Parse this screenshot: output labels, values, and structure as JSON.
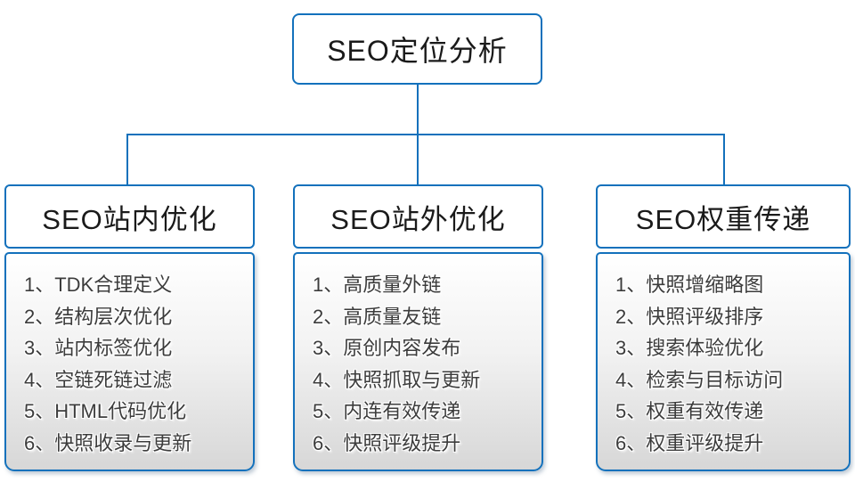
{
  "diagram": {
    "root": {
      "title": "SEO定位分析"
    },
    "columns": [
      {
        "title": "SEO站内优化",
        "items": [
          "1、TDK合理定义",
          "2、结构层次优化",
          "3、站内标签优化",
          "4、空链死链过滤",
          "5、HTML代码优化",
          "6、快照收录与更新"
        ]
      },
      {
        "title": "SEO站外优化",
        "items": [
          "1、高质量外链",
          "2、高质量友链",
          "3、原创内容发布",
          "4、快照抓取与更新",
          "5、内连有效传递",
          "6、快照评级提升"
        ]
      },
      {
        "title": "SEO权重传递",
        "items": [
          "1、快照增缩略图",
          "2、快照评级排序",
          "3、搜索体验优化",
          "4、检索与目标访问",
          "5、权重有效传递",
          "6、权重评级提升"
        ]
      }
    ],
    "colors": {
      "accent_blue": "#1371BC",
      "list_gradient_top": "#FFFFFF",
      "list_gradient_bottom": "#D7D7D7",
      "list_text": "#3C3C3C",
      "title_text": "#1A1A1A"
    }
  }
}
